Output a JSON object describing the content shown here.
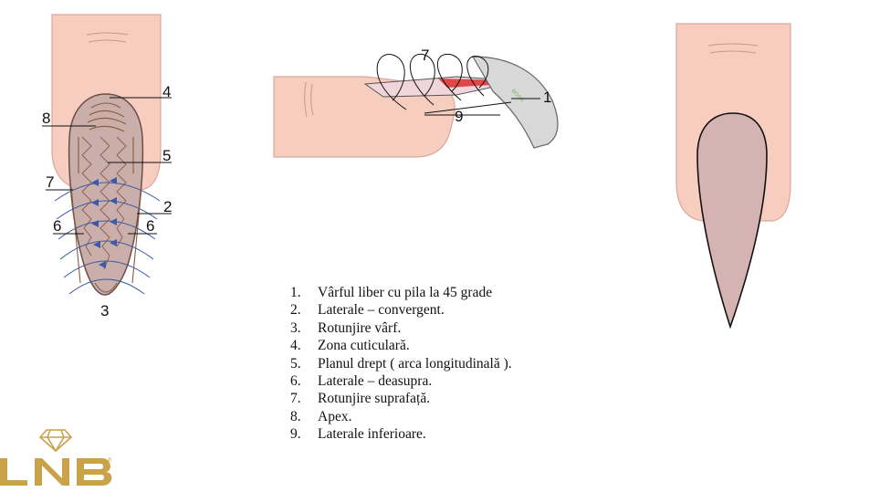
{
  "left_diagram": {
    "labels": [
      {
        "id": "l4",
        "text": "4"
      },
      {
        "id": "l8",
        "text": "8"
      },
      {
        "id": "l5",
        "text": "5"
      },
      {
        "id": "l7",
        "text": "7"
      },
      {
        "id": "l2",
        "text": "2"
      },
      {
        "id": "l6a",
        "text": "6"
      },
      {
        "id": "l6b",
        "text": "6"
      },
      {
        "id": "l3",
        "text": "3"
      }
    ]
  },
  "middle_diagram": {
    "labels": [
      {
        "id": "m7",
        "text": "7"
      },
      {
        "id": "m1",
        "text": "1"
      },
      {
        "id": "m9",
        "text": "9"
      }
    ],
    "file_text": "BOSS"
  },
  "legend": [
    {
      "num": "1.",
      "text": "Vârful liber cu pila la 45 grade"
    },
    {
      "num": "2.",
      "text": "Laterale – convergent."
    },
    {
      "num": "3.",
      "text": "Rotunjire vârf."
    },
    {
      "num": "4.",
      "text": "Zona cuticulară."
    },
    {
      "num": "5.",
      "text": "Planul drept ( arca longitudinală )."
    },
    {
      "num": "6.",
      "text": "Laterale – deasupra."
    },
    {
      "num": "7.",
      "text": "Rotunjire suprafață."
    },
    {
      "num": "8.",
      "text": "Apex."
    },
    {
      "num": "9.",
      "text": "Laterale inferioare."
    }
  ],
  "logo": {
    "text": "LNB",
    "mark": "®"
  },
  "colors": {
    "skin": "#f7cdbf",
    "skin_line": "#d9a89a",
    "nail": "#c9aeaa",
    "nail_right": "#d5b3b2",
    "arrow_blue": "#3b5aa8",
    "arrow_brown": "#8b5a3c",
    "file_red": "#e04848",
    "logo_gold": "#c9a24a"
  }
}
